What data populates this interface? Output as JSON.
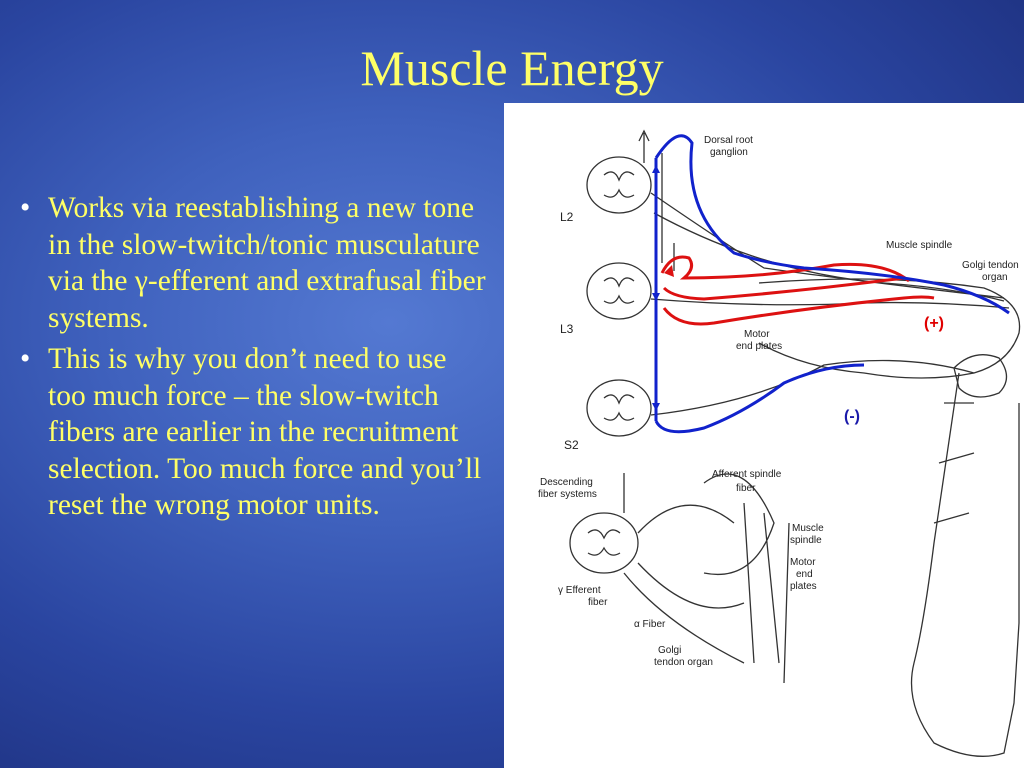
{
  "slide": {
    "title": "Muscle Energy",
    "bullets": [
      "Works via reestablishing a new tone in the slow-twitch/tonic musculature via the γ-efferent and extrafusal fiber systems.",
      "This is why you don’t need to use too much force – the slow-twitch fibers are earlier in the recruitment selection.  Too much force and you’ll reset the wrong motor units."
    ]
  },
  "diagram": {
    "labels": {
      "dorsal_root_ganglion_1": "Dorsal root",
      "dorsal_root_ganglion_2": "ganglion",
      "muscle_spindle_top": "Muscle spindle",
      "golgi_tendon_organ_top_1": "Golgi tendon",
      "golgi_tendon_organ_top_2": "organ",
      "motor_end_plates_top_1": "Motor",
      "motor_end_plates_top_2": "end plates",
      "level_l2": "L2",
      "level_l3": "L3",
      "level_s2": "S2",
      "descending_fiber_systems_1": "Descending",
      "descending_fiber_systems_2": "fiber systems",
      "afferent_spindle_fiber_1": "Afferent spindle",
      "afferent_spindle_fiber_2": "fiber",
      "muscle_spindle_bottom_1": "Muscle",
      "muscle_spindle_bottom_2": "spindle",
      "motor_end_plates_bottom_1": "Motor",
      "motor_end_plates_bottom_2": "end",
      "motor_end_plates_bottom_3": "plates",
      "gamma_efferent_fiber_1": "γ Efferent",
      "gamma_efferent_fiber_2": "fiber",
      "alpha_fiber": "α Fiber",
      "golgi_tendon_organ_bottom_1": "Golgi",
      "golgi_tendon_organ_bottom_2": "tendon organ",
      "plus_sign": "(+)",
      "minus_sign": "(-)"
    },
    "colors": {
      "positive_pathway": "#dd1111",
      "negative_pathway": "#1122cc",
      "sign_plus": "#e00000",
      "sign_minus": "#1a1aaa"
    }
  }
}
